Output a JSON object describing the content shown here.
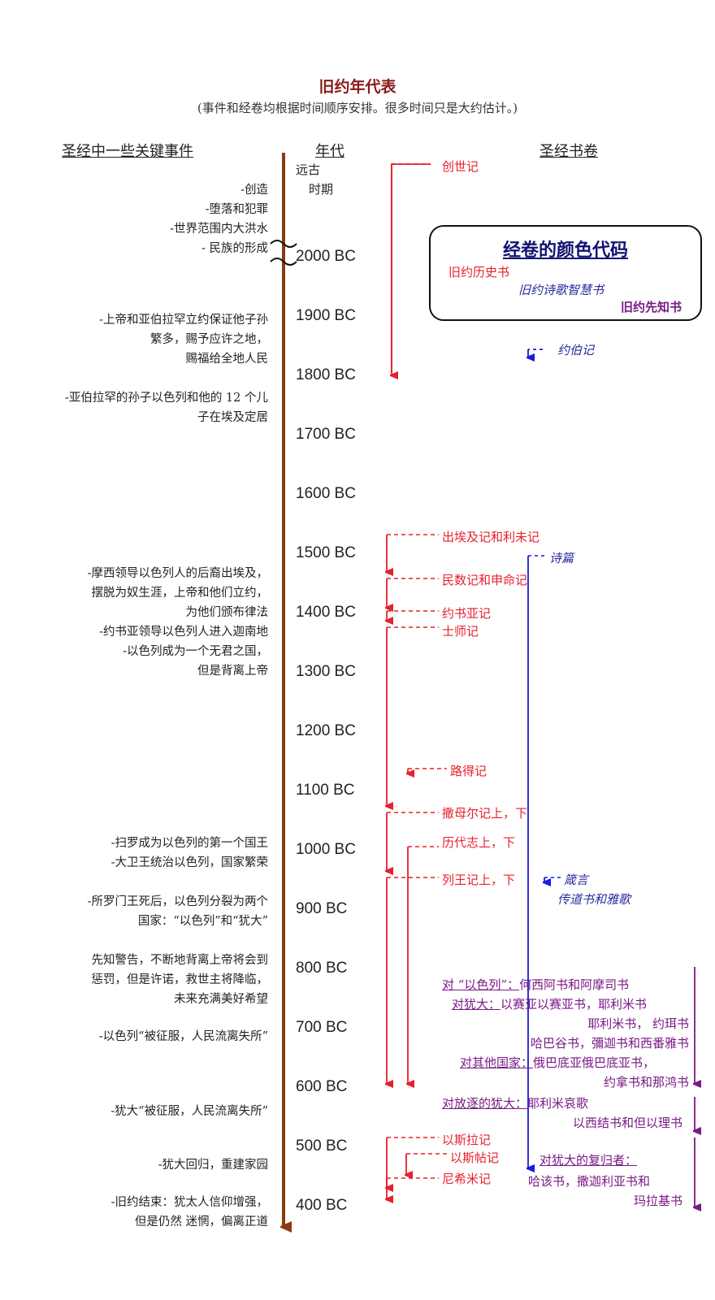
{
  "header": {
    "title": "旧约年代表",
    "subtitle": "(事件和经卷均根据时间顺序安排。很多时间只是大约估计。)"
  },
  "columns": {
    "events": "圣经中一些关键事件",
    "years": "年代",
    "books": "圣经书卷"
  },
  "timeline": {
    "ancient_line1": "远古",
    "ancient_line2": "时期",
    "years": [
      "2000 BC",
      "1900 BC",
      "1800 BC",
      "1700 BC",
      "1600 BC",
      "1500 BC",
      "1400 BC",
      "1300 BC",
      "1200 BC",
      "1100 BC",
      "1000 BC",
      "900 BC",
      "800 BC",
      "700 BC",
      "600 BC",
      "500 BC",
      "400 BC"
    ]
  },
  "events": {
    "creation": "-创造\n-堕落和犯罪\n-世界范围内大洪水\n- 民族的形成",
    "abraham": "-上帝和亚伯拉罕立约保证他子孙\n繁多，赐予应许之地，\n赐福给全地人民",
    "egypt": "-亚伯拉罕的孙子以色列和他的 12 个儿\n子在埃及定居",
    "moses": "-摩西领导以色列人的后裔出埃及，\n摆脱为奴生涯，上帝和他们立约，\n为他们颁布律法\n-约书亚领导以色列人进入迦南地\n-以色列成为一个无君之国，\n但是背离上帝",
    "saul_david": "-扫罗成为以色列的第一个国王\n-大卫王统治以色列，国家繁荣",
    "split": "-所罗门王死后，以色列分裂为两个\n国家：“以色列”和“犹大”",
    "prophets": "先知警告，不断地背离上帝将会到\n惩罚，但是许诺，救世主将降临，\n未来充满美好希望",
    "israel_exile": "-以色列“被征服，人民流离失所”",
    "judah_exile": "-犹大“被征服，人民流离失所”",
    "return": "-犹大回归，重建家园",
    "end": "-旧约结束：犹太人信仰增强，\n但是仍然 迷惘，偏离正道"
  },
  "legend": {
    "title": "经卷的颜色代码",
    "history": "旧约历史书",
    "poetry": "旧约诗歌智慧书",
    "prophets": "旧约先知书"
  },
  "books": {
    "genesis": "创世记",
    "job": "约伯记",
    "exodus_lev": "出埃及记和利未记",
    "psalms": "诗篇",
    "num_deut": "民数记和申命记",
    "joshua": "约书亚记",
    "judges": "士师记",
    "ruth": "路得记",
    "samuel": "撒母尔记上，下",
    "chronicles": "历代志上，下",
    "kings": "列王记上，下",
    "proverbs": "箴言",
    "eccl_song": "传道书和雅歌",
    "ezra": "以斯拉记",
    "esther": "以斯帖记",
    "nehemiah": "尼希米记"
  },
  "prophet_groups": {
    "to_israel_label": "对 “以色列”：",
    "to_israel_books": "何西阿书和阿摩司书",
    "to_judah_label": "对犹大：",
    "to_judah_line1": "以赛亚以赛亚书，耶利米书",
    "to_judah_line2": "耶利米书，  约珥书",
    "to_judah_line3": "哈巴谷书，彌迦书和西番雅书",
    "to_others_label": "对其他国家：",
    "to_others_line1": "俄巴底亚俄巴底亚书，",
    "to_others_line2": "约拿书和那鸿书",
    "to_exiles_label": "对放逐的犹大：",
    "to_exiles_line1": "耶利米哀歌",
    "to_exiles_line2": "以西结书和但以理书",
    "restored_label": "对犹大的复归者：",
    "restored_line1": "哈该书，撒迦利亚书和",
    "restored_line2": "玛拉基书"
  },
  "colors": {
    "title": "#8b1a1a",
    "timeline": "#8b3a12",
    "history": "#e8202c",
    "poetry": "#2a2aa0",
    "prophets": "#7a1a86"
  }
}
